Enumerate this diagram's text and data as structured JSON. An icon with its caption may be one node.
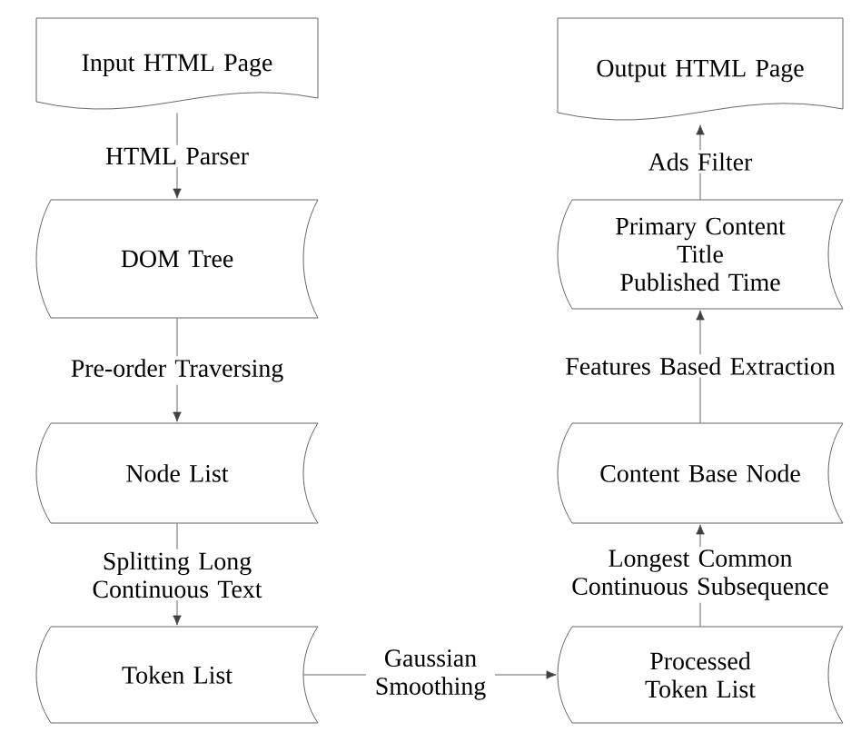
{
  "diagram": {
    "nodes": [
      {
        "text": [
          "Input HTML Page"
        ]
      },
      {
        "text": [
          "DOM Tree"
        ]
      },
      {
        "text": [
          "Node List"
        ]
      },
      {
        "text": [
          "Token List"
        ]
      },
      {
        "text": [
          "Processed Token List"
        ]
      },
      {
        "text": [
          "Content Base Node"
        ]
      },
      {
        "text": [
          "Primary Content",
          "Title",
          "Published Time"
        ]
      },
      {
        "text": [
          "Output HTML Page"
        ]
      }
    ],
    "edges": [
      {
        "from": 0,
        "to": 1,
        "arrow": "to",
        "label": "HTML Parser"
      },
      {
        "from": 1,
        "to": 2,
        "arrow": "to",
        "label": "Pre-order Traversing"
      },
      {
        "from": 2,
        "to": 3,
        "arrow": "to",
        "label": "Splitting Long Continuous Text"
      },
      {
        "from": 3,
        "to": 4,
        "arrow": "to",
        "label": "Gaussian Smoothing"
      },
      {
        "from": 4,
        "to": 5,
        "arrow": "to",
        "label": "Longest Common Continuous Subsequence"
      },
      {
        "from": 5,
        "to": 6,
        "arrow": "to",
        "label": "Features Based Extraction"
      },
      {
        "from": 6,
        "to": 7,
        "arrow": "to",
        "label": "Ads Filter"
      }
    ]
  }
}
